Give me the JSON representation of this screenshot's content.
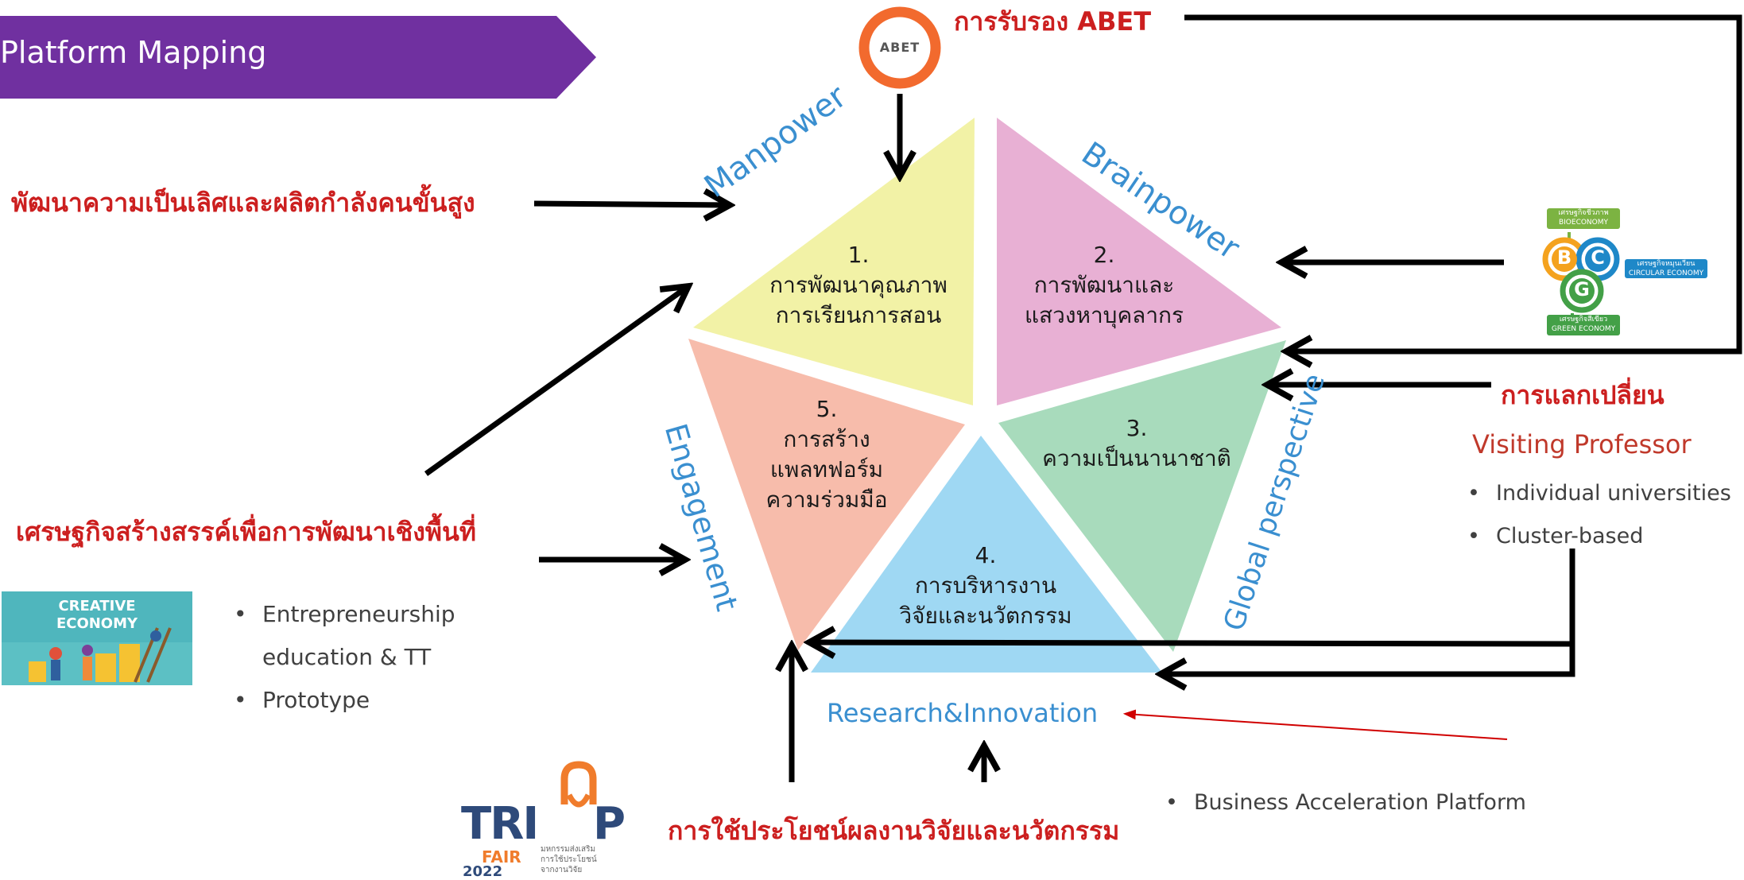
{
  "banner": {
    "title": "Platform Mapping"
  },
  "abet": {
    "badge": "ABET",
    "label": "การรับรอง ABET"
  },
  "left_labels": {
    "excellence": "พัฒนาความเป็นเลิศและผลิตกำลังคนขั้นสูง",
    "creative_economy": "เศรษฐกิจสร้างสรรค์เพื่อการพัฒนาเชิงพื้นที่"
  },
  "creative_logo": {
    "line1": "CREATIVE",
    "line2": "ECONOMY"
  },
  "creative_bullets": [
    "Entrepreneurship",
    "education & TT",
    "Prototype"
  ],
  "axes": {
    "manpower": "Manpower",
    "brainpower": "Brainpower",
    "global": "Global perspective",
    "engagement": "Engagement",
    "research": "Research&Innovation"
  },
  "segments": [
    {
      "num": "1.",
      "line1": "การพัฒนาคุณภาพ",
      "line2": "การเรียนการสอน",
      "color": "#f2f2a6"
    },
    {
      "num": "2.",
      "line1": "การพัฒนาและ",
      "line2": "แสวงหาบุคลากร",
      "color": "#e8b0d4"
    },
    {
      "num": "3.",
      "line1": "ความเป็นนานาชาติ",
      "line2": "",
      "color": "#a8dbbc"
    },
    {
      "num": "4.",
      "line1": "การบริหารงาน",
      "line2": "วิจัยและนวัตกรรม",
      "color": "#9fd8f3"
    },
    {
      "num": "5.",
      "line1": "การสร้าง",
      "line2": "แพลทฟอร์ม",
      "line3": "ความร่วมมือ",
      "color": "#f7bcab"
    }
  ],
  "bcg_logo": {
    "bio": "เศรษฐกิจชีวภาพ",
    "bio_en": "BIOECONOMY",
    "circular": "เศรษฐกิจหมุนเวียน",
    "circular_en": "CIRCULAR ECONOMY",
    "green": "เศรษฐกิจสีเขียว",
    "green_en": "GREEN ECONOMY",
    "b": "B",
    "c": "C",
    "g": "G"
  },
  "right_labels": {
    "exchange": "การแลกเปลี่ยน",
    "visiting": "Visiting Professor",
    "visiting_bullets": [
      "Individual universities",
      "Cluster-based"
    ]
  },
  "bottom": {
    "utilization": "การใช้ประโยชน์ผลงานวิจัยและนวัตกรรม",
    "business_bullet": "Business Acceleration Platform"
  },
  "triup_logo": {
    "tri": "TRI",
    "up": "UP",
    "fair": "FAIR",
    "year": "2022",
    "sub1": "มหกรรมส่งเสริม",
    "sub2": "การใช้ประโยชน์",
    "sub3": "จากงานวิจัย"
  },
  "colors": {
    "banner": "#7030a0",
    "red_text": "#cc1f1f",
    "axis_blue": "#3a8fd0",
    "abet_ring": "#f26a2e"
  }
}
